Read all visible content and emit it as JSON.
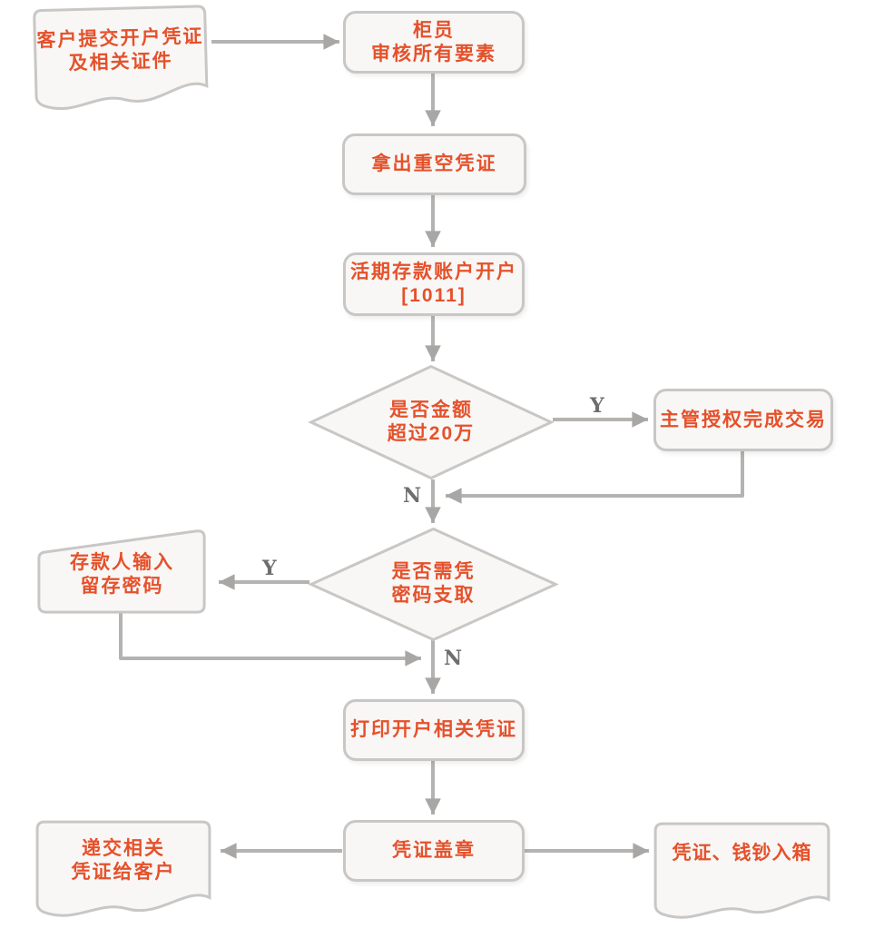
{
  "diagram_type": "flowchart",
  "colors": {
    "node_text": "#e5512b",
    "node_fill": "#f8f7f5",
    "node_border": "#c9c7c5",
    "connector_line": "#b5b3b1",
    "arrowhead": "#a9a7a5",
    "edge_label": "#6e6e6e",
    "background": "#ffffff"
  },
  "nodes": {
    "customer_submit": {
      "shape": "document",
      "line1": "客户提交开户凭证",
      "line2": "及相关证件"
    },
    "teller_review": {
      "shape": "rounded-rect",
      "line1": "柜员",
      "line2": "审核所有要素"
    },
    "take_voucher": {
      "shape": "rounded-rect",
      "line1": "拿出重空凭证"
    },
    "open_account": {
      "shape": "rounded-rect",
      "line1": "活期存款账户开户",
      "line2": "[1011]"
    },
    "amount_check": {
      "shape": "decision",
      "line1": "是否金额",
      "line2": "超过20万"
    },
    "supervisor_auth": {
      "shape": "rounded-rect",
      "line1": "主管授权完成交易"
    },
    "password_check": {
      "shape": "decision",
      "line1": "是否需凭",
      "line2": "密码支取"
    },
    "depositor_input": {
      "shape": "card",
      "line1": "存款人输入",
      "line2": "留存密码"
    },
    "print_voucher": {
      "shape": "rounded-rect",
      "line1": "打印开户相关凭证"
    },
    "stamp_voucher": {
      "shape": "rounded-rect",
      "line1": "凭证盖章"
    },
    "deliver_voucher": {
      "shape": "document",
      "line1": "递交相关",
      "line2": "凭证给客户"
    },
    "cash_box": {
      "shape": "document",
      "line1": "凭证、钱钞入箱"
    }
  },
  "edge_labels": {
    "amount_yes": "Y",
    "amount_no": "N",
    "password_yes": "Y",
    "password_no": "N"
  },
  "edges": [
    {
      "from": "customer_submit",
      "to": "teller_review"
    },
    {
      "from": "teller_review",
      "to": "take_voucher"
    },
    {
      "from": "take_voucher",
      "to": "open_account"
    },
    {
      "from": "open_account",
      "to": "amount_check"
    },
    {
      "from": "amount_check",
      "to": "supervisor_auth",
      "label": "Y"
    },
    {
      "from": "supervisor_auth",
      "to": "password_check"
    },
    {
      "from": "amount_check",
      "to": "password_check",
      "label": "N"
    },
    {
      "from": "password_check",
      "to": "depositor_input",
      "label": "Y"
    },
    {
      "from": "depositor_input",
      "to": "print_voucher"
    },
    {
      "from": "password_check",
      "to": "print_voucher",
      "label": "N"
    },
    {
      "from": "print_voucher",
      "to": "stamp_voucher"
    },
    {
      "from": "stamp_voucher",
      "to": "deliver_voucher"
    },
    {
      "from": "stamp_voucher",
      "to": "cash_box"
    }
  ]
}
